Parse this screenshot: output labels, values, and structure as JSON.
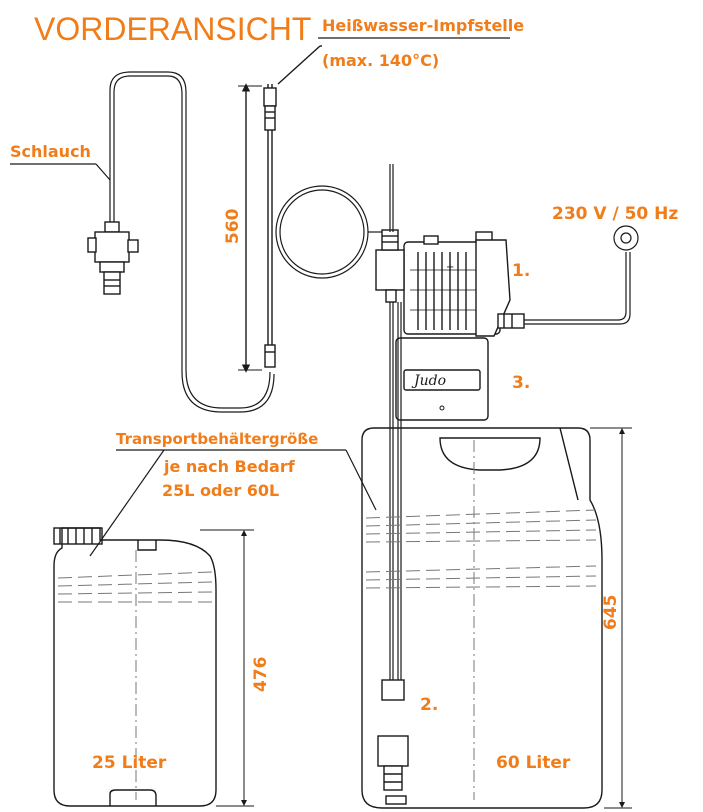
{
  "title": "Vorderansicht",
  "colors": {
    "accent": "#f07d1a",
    "line": "#1a1a1a",
    "dash": "#777777"
  },
  "labels": {
    "impfstelle_line1": "Heißwasser-Impfstelle",
    "impfstelle_line2": "(max. 140°C)",
    "schlauch": "Schlauch",
    "power": "230 V / 50 Hz",
    "step1": "1.",
    "step2": "2.",
    "step3": "3.",
    "transport_line1": "Transportbehältergröße",
    "transport_line2": "je nach Bedarf",
    "transport_line3": "25L oder 60L",
    "small_tank": "25 Liter",
    "large_tank": "60 Liter"
  },
  "dimensions": {
    "injection_length": "560",
    "small_tank_height": "476",
    "large_tank_height": "645"
  },
  "logo_text": "Judo"
}
